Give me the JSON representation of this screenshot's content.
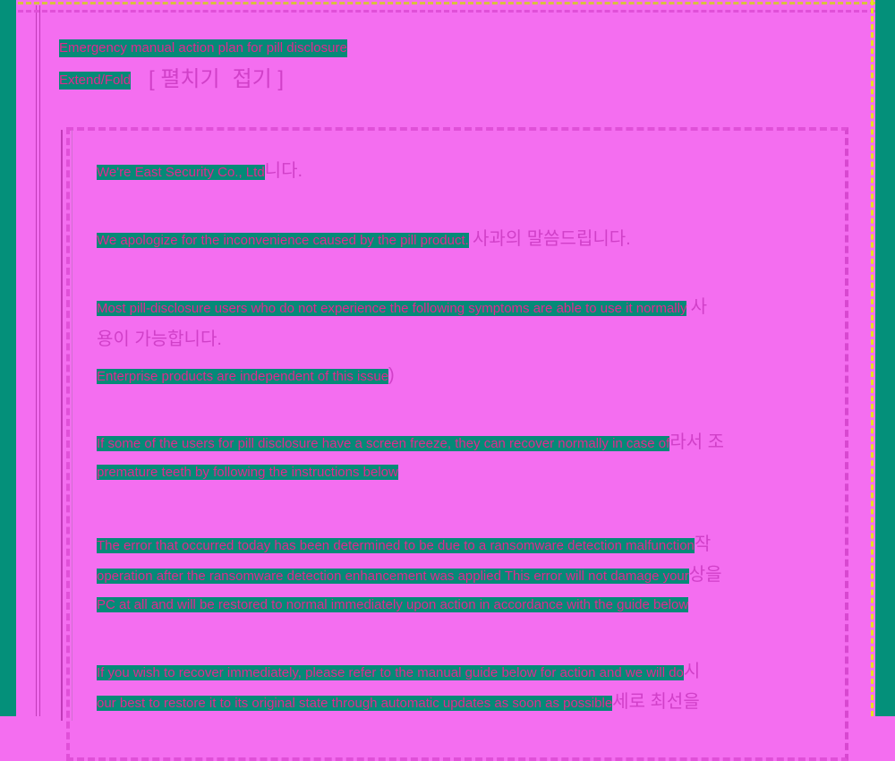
{
  "title": "Emergency manual action plan for pill disclosure",
  "fold_toggle": "Extend/Fold",
  "fold_toggle_ko": "[ 펼치기",
  "fold_toggle_ko2": "접기 ]",
  "paragraphs": [
    {
      "text": "We're East Security Co., Ltd",
      "ko": "니다."
    },
    {
      "text": "We apologize for the inconvenience caused by the pill product.",
      "ko": "사과의 말씀드립니다."
    },
    {
      "text": "Most pill-disclosure users who do not experience the following symptoms are able to use it normally",
      "ko": "사",
      "ko2": "용이 가능합니다."
    },
    {
      "text": "Enterprise products are independent of this issue",
      "ko": ")"
    },
    {
      "text": "If some of the users for pill disclosure have a screen freeze, they can recover normally in case of",
      "ko": "라서 조",
      "text2": "premature teeth by following the instructions below"
    },
    {
      "text": "The error that occurred today has been determined to be due to a ransomware detection malfunction",
      "ko": "작",
      "text2": "operation after the ransomware detection enhancement was applied This error will not damage your",
      "ko2": "상을",
      "text3": "PC at all and will be restored to normal immediately upon action in accordance with the guide below"
    },
    {
      "text": "If you wish to recover immediately, please refer to the manual guide below for action and we will do",
      "ko": "시",
      "text2": "our best to restore it to its original state through automatic updates as soon as possible",
      "ko2": "세로 최선을"
    }
  ]
}
